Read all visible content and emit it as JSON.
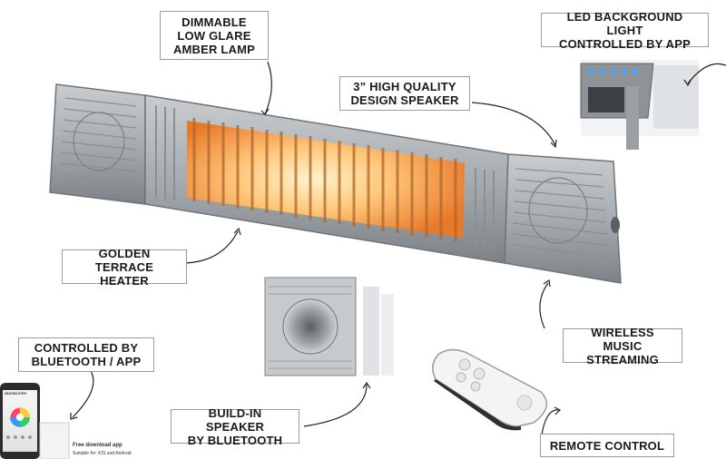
{
  "callouts": {
    "lamp": [
      "DIMMABLE",
      "LOW GLARE",
      "AMBER LAMP"
    ],
    "led": [
      "LED BACKGROUND LIGHT",
      "CONTROLLED BY APP"
    ],
    "speaker": [
      "3” HIGH QUALITY",
      "DESIGN SPEAKER"
    ],
    "heater": [
      "GOLDEN",
      "TERRACE HEATER"
    ],
    "bluetooth": [
      "CONTROLLED BY",
      "BLUETOOTH / APP"
    ],
    "wireless": [
      "WIRELESS MUSIC",
      "STREAMING"
    ],
    "buildin": [
      "BUILD-IN SPEAKER",
      "BY BLUETOOTH"
    ],
    "remote": [
      "REMOTE CONTROL"
    ]
  },
  "app_note": {
    "title": "Free download app",
    "subtitle": "Suitable for: iOS and Android"
  },
  "phone": {
    "app_name": "HEATMASTER"
  },
  "colors": {
    "lamp_glow": "#f7a64a",
    "lamp_core": "#ffe7b0",
    "led": "#4aa6ff",
    "housing": "#a9aeb2",
    "housing_dark": "#6f7479",
    "label_border": "#9a9a9a"
  }
}
